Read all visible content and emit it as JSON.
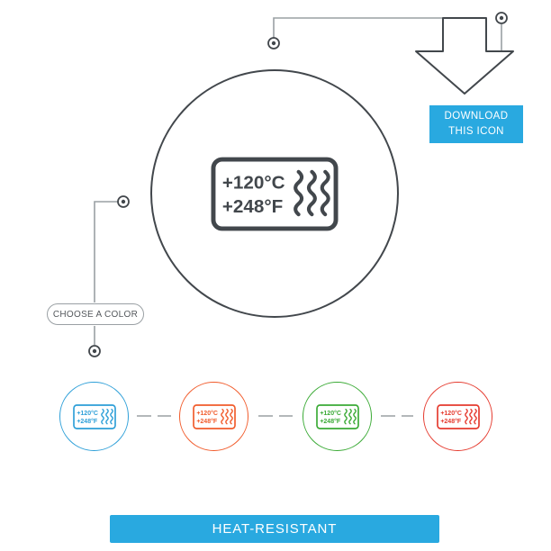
{
  "header": {
    "download_button": {
      "line1": "DOWNLOAD",
      "line2": "THIS ICON"
    }
  },
  "main_icon": {
    "name": "heat-resistant",
    "temp_c": "+120°C",
    "temp_f": "+248°F"
  },
  "choose_color": {
    "label": "CHOOSE A COLOR"
  },
  "variants": [
    {
      "name": "blue"
    },
    {
      "name": "orange"
    },
    {
      "name": "green"
    },
    {
      "name": "red"
    }
  ],
  "footer": {
    "label": "HEAT-RESISTANT"
  },
  "colors": {
    "outline": "#42474c",
    "line": "#9aa0a4",
    "accent": "#29a9e0",
    "blue": "#2d9fd8",
    "orange": "#f15b2b",
    "green": "#3aaa35",
    "red": "#e53a2e",
    "button_text": "#ffffff"
  }
}
